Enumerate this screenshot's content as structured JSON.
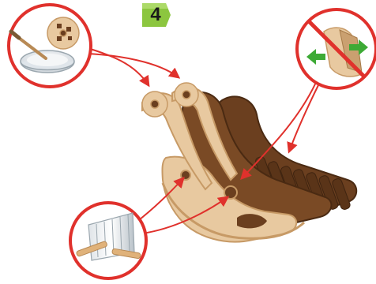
{
  "step": {
    "number": "4",
    "badge_color": "#8cc63f",
    "badge_highlight": "#b9e27a"
  },
  "colors": {
    "arrow": "#e0312c",
    "circle_border": "#e0312c",
    "wood_light": "#e8c9a0",
    "wood_edge": "#c79a66",
    "wood_dark": "#6b3f1f",
    "wood_darker": "#4a2a12",
    "prohibition": "#e0312c",
    "green_arrow": "#3daa35"
  },
  "callouts": [
    {
      "name": "glue-bowl-callout",
      "icon": "glue-bowl-with-brush-and-gear-icon"
    },
    {
      "name": "no-sanding-callout",
      "icon": "prohibited-bent-part-icon"
    },
    {
      "name": "comb-pins-callout",
      "icon": "comb-and-wooden-pins-icon"
    }
  ],
  "model": {
    "icon": "wooden-rocking-chair-model-icon"
  }
}
